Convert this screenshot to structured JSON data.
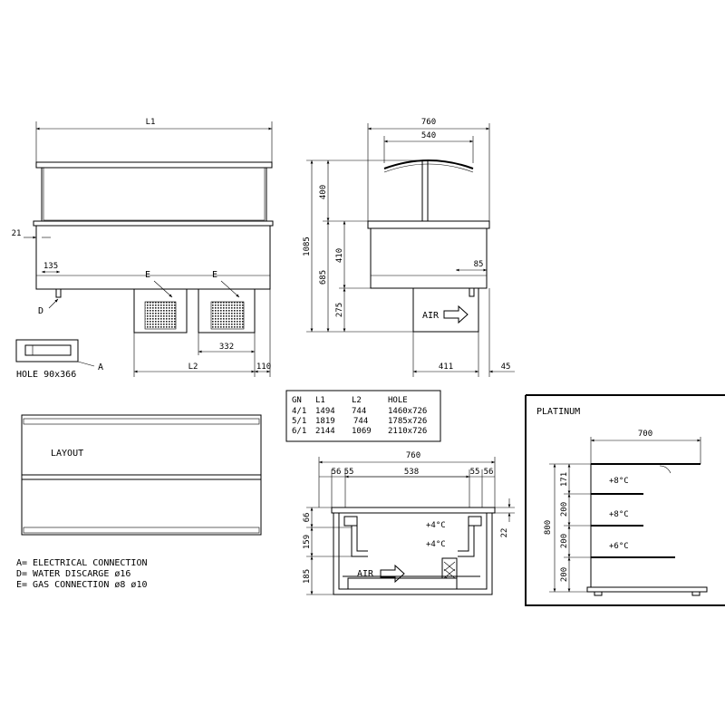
{
  "views": {
    "front": {
      "dim_l1": "L1",
      "dim_21": "21",
      "dim_135": "135",
      "dim_l2": "L2",
      "dim_332": "332",
      "dim_110": "110",
      "label_e1": "E",
      "label_e2": "E",
      "label_d": "D",
      "label_a": "A",
      "hole_label": "HOLE 90x366"
    },
    "side": {
      "dim_760": "760",
      "dim_540": "540",
      "dim_400": "400",
      "dim_410": "410",
      "dim_1085": "1085",
      "dim_685": "685",
      "dim_275": "275",
      "dim_85": "85",
      "dim_411": "411",
      "dim_45": "45",
      "air_label": "AIR"
    },
    "layout": {
      "label": "LAYOUT"
    },
    "section": {
      "dim_760": "760",
      "dim_56a": "56",
      "dim_55a": "55",
      "dim_538": "538",
      "dim_55b": "55",
      "dim_56b": "56",
      "dim_66": "66",
      "dim_159": "159",
      "dim_185": "185",
      "dim_22": "22",
      "temp_1": "+4°C",
      "temp_2": "+4°C",
      "air_label": "AIR"
    },
    "platinum": {
      "title": "PLATINUM",
      "dim_700": "700",
      "dim_800": "800",
      "dim_171": "171",
      "dim_200a": "200",
      "dim_200b": "200",
      "dim_200c": "200",
      "temp_1": "+8°C",
      "temp_2": "+8°C",
      "temp_3": "+6°C"
    }
  },
  "table": {
    "headers": [
      "GN",
      "L1",
      "L2",
      "HOLE"
    ],
    "rows": [
      [
        "4/1",
        "1494",
        "744",
        "1460x726"
      ],
      [
        "5/1",
        "1819",
        "744",
        "1785x726"
      ],
      [
        "6/1",
        "2144",
        "1069",
        "2110x726"
      ]
    ]
  },
  "legend": [
    "A= ELECTRICAL CONNECTION",
    "D= WATER DISCARGE ø16",
    "E= GAS CONNECTION ø8 ø10"
  ]
}
